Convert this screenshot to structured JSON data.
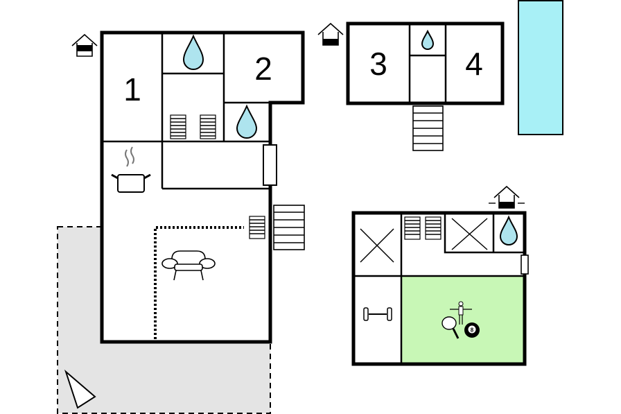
{
  "rooms": {
    "room1": "1",
    "room2": "2",
    "room3": "3",
    "room4": "4"
  },
  "ball_number": "8",
  "colors": {
    "terrace": "#e4e4e4",
    "pool": "#a8f0f6",
    "games_room": "#c8f7b6",
    "water": "#aee4ee",
    "wall": "#000000"
  },
  "icons": [
    "house-entrance-icon",
    "water-drop-icon",
    "stairs-icon",
    "cooking-pot-icon",
    "sofa-icon",
    "dumbbell-icon",
    "table-football-icon",
    "table-tennis-icon",
    "billiard-ball-icon",
    "compass-arrow-icon"
  ]
}
